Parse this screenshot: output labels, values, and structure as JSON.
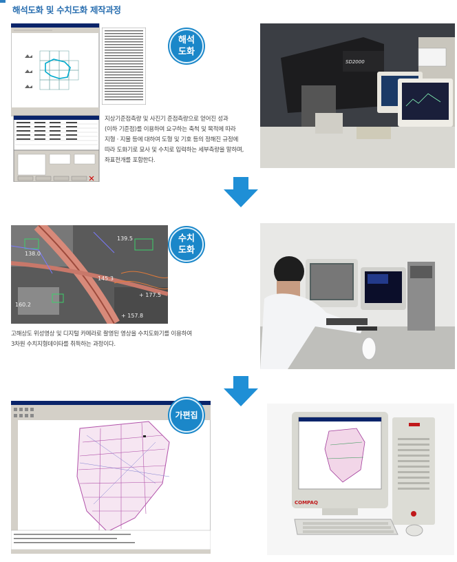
{
  "page": {
    "title": "해석도화 및 수치도화 제작과정"
  },
  "steps": [
    {
      "badge_lines": [
        "해석",
        "도화"
      ],
      "description": [
        "지상기준점측량 및 사진기 준점측량으로 얻어진 성과",
        "(이하 기준점)를 이용하여 요구하는 축척 및 목적에 따라",
        "지형 · 지물 등에 대하여 도형 및 기호 등의 정해진 규정에",
        "따라 도화기로 묘사 및 수치로 입력하는 세부측량을 말하며,",
        "좌표전개를 포함한다."
      ],
      "device_label": "SD2000"
    },
    {
      "badge_lines": [
        "수치",
        "도화"
      ],
      "description": [
        "고해상도 위성영상 및 디지털 카메라로 촬영된 영상을 수치도화기를 이용하여",
        "3차원 수치지형데이타를 취득하는 과정이다."
      ],
      "map_labels": [
        "139.5",
        "138.0",
        "+ 177.5",
        "+ 157.8",
        "160.2",
        "145.3"
      ]
    },
    {
      "badge_lines": [
        "가편집"
      ],
      "description": [],
      "monitor_brand": "COMPAQ"
    }
  ],
  "colors": {
    "title": "#2a6fb0",
    "badge": "#1b87c9",
    "arrow": "#1f8fd6"
  },
  "icons": [
    "arrow-down-icon",
    "arrow-down-icon"
  ]
}
